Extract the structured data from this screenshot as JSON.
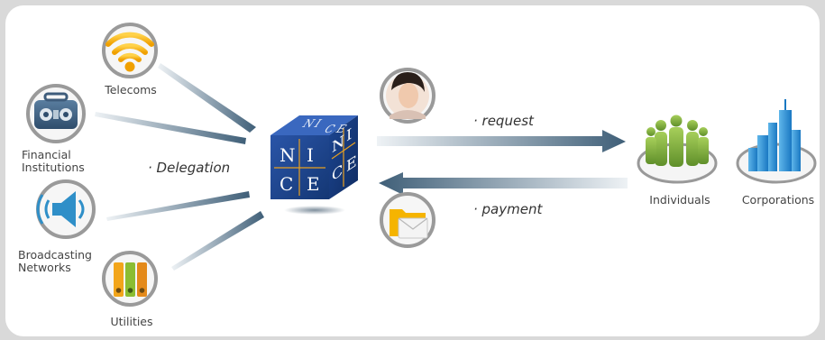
{
  "sources": {
    "telecoms": "Telecoms",
    "financial": "Financial\nInstitutions",
    "broadcasting": "Broadcasting\nNetworks",
    "utilities": "Utilities"
  },
  "delegation": "· Delegation",
  "request": "· request",
  "payment": "· payment",
  "recipients": {
    "individuals": "Individuals",
    "corporations": "Corporations"
  },
  "cube": {
    "top": [
      "C",
      "E"
    ],
    "left": [
      "N",
      "I",
      "C",
      "E"
    ],
    "right": [
      "N",
      "I",
      "C",
      "E"
    ],
    "top_left": [
      "N",
      "I"
    ]
  },
  "colors": {
    "arrow": "#4f6f86",
    "cube_blue": "#1c3f8c",
    "ring": "#9a9a9a"
  }
}
